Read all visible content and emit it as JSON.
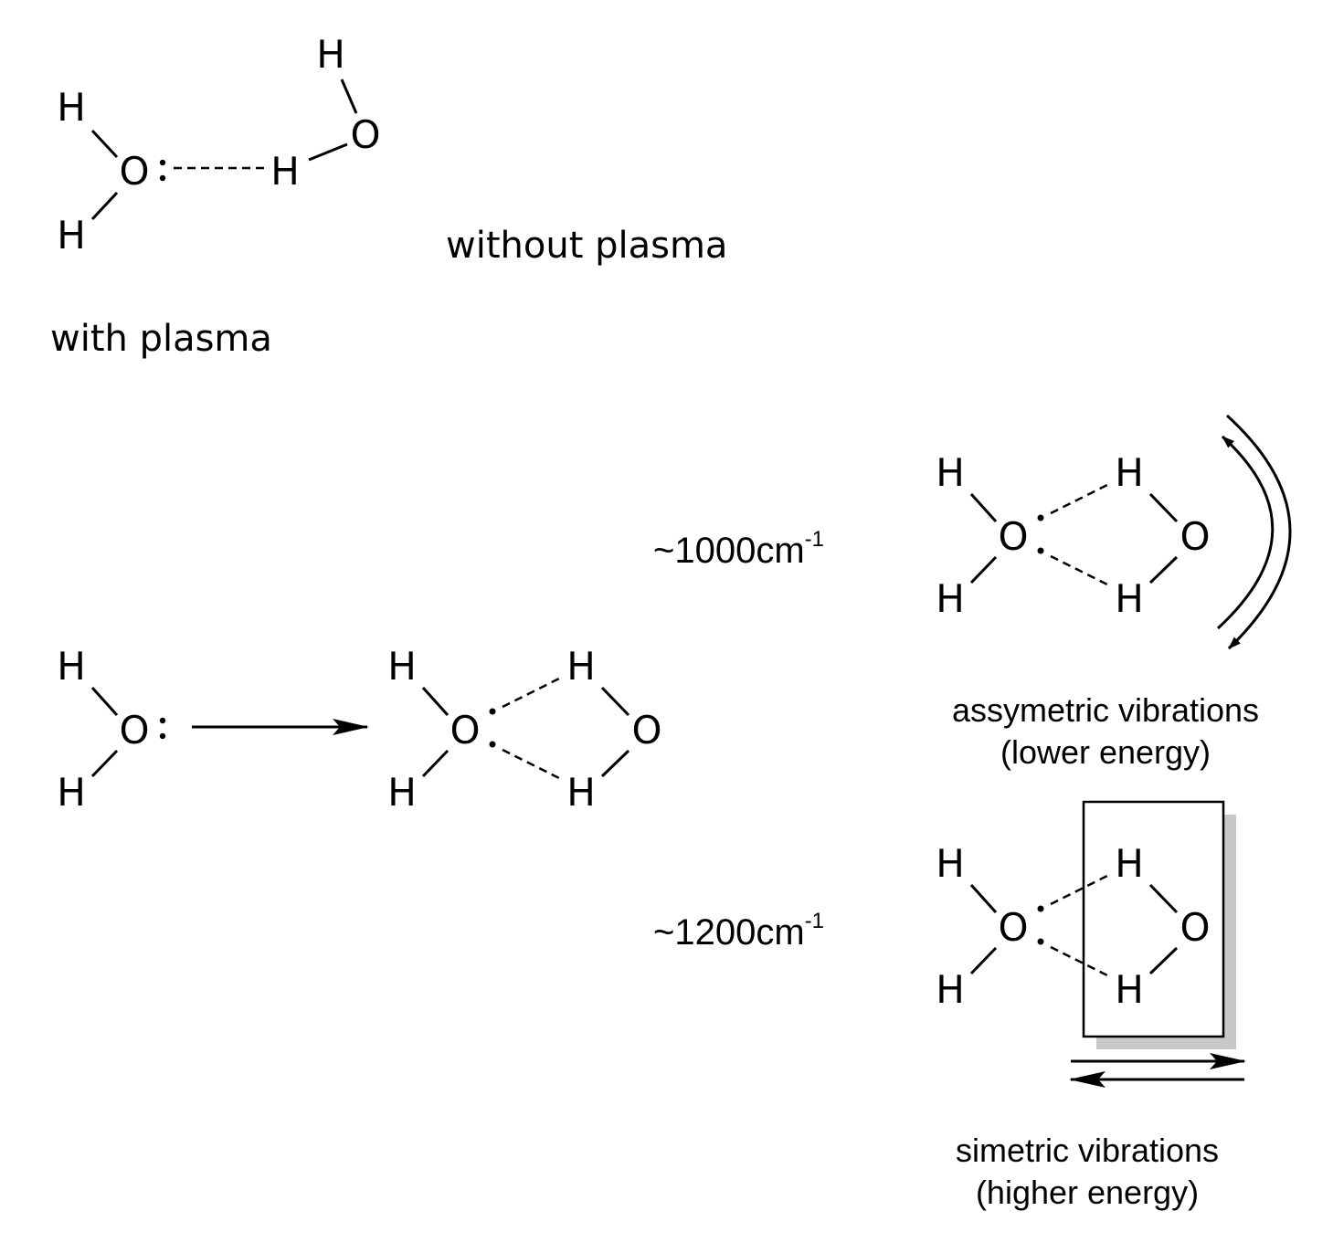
{
  "labels": {
    "without_plasma": "without plasma",
    "with_plasma": "with plasma"
  },
  "atoms": {
    "hydrogen": "H",
    "oxygen": "O"
  },
  "modes": {
    "asymmetric": {
      "wavenumber": "~1000cm",
      "exponent": "-1",
      "caption_line1": "assymetric vibrations",
      "caption_line2": "(lower energy)"
    },
    "symmetric": {
      "wavenumber": "~1200cm",
      "exponent": "-1",
      "caption_line1": "simetric vibrations",
      "caption_line2": "(higher energy)"
    }
  }
}
